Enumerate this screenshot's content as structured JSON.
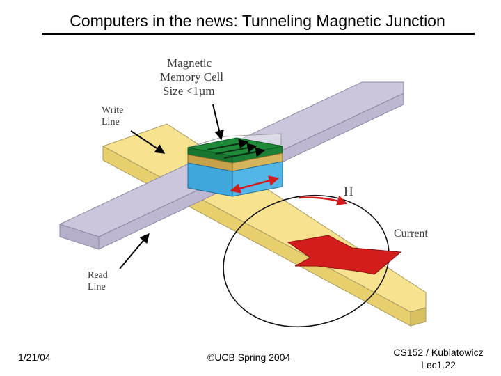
{
  "slide": {
    "title": "Computers in the news: Tunneling Magnetic Junction"
  },
  "figure": {
    "labels": {
      "magnetic_memory_cell_line1": "Magnetic",
      "magnetic_memory_cell_line2": "Memory Cell",
      "magnetic_memory_cell_line3": "Size <1µm",
      "write_line_line1": "Write",
      "write_line_line2": "Line",
      "read_line_line1": "Read",
      "read_line_line2": "Line",
      "field": "H",
      "current": "Current"
    },
    "colors": {
      "write_line": "#f7e28f",
      "read_line": "#cbc6dc",
      "top_layer": "#1f8a3a",
      "bottom_layer": "#3fa7dc",
      "tunnel_barrier": "#c8a24a",
      "current_arrow": "#d31c1c"
    }
  },
  "footer": {
    "date": "1/21/04",
    "copyright": "©UCB Spring 2004",
    "course_line1": "CS152 / Kubiatowicz",
    "course_line2": "Lec1.22"
  }
}
